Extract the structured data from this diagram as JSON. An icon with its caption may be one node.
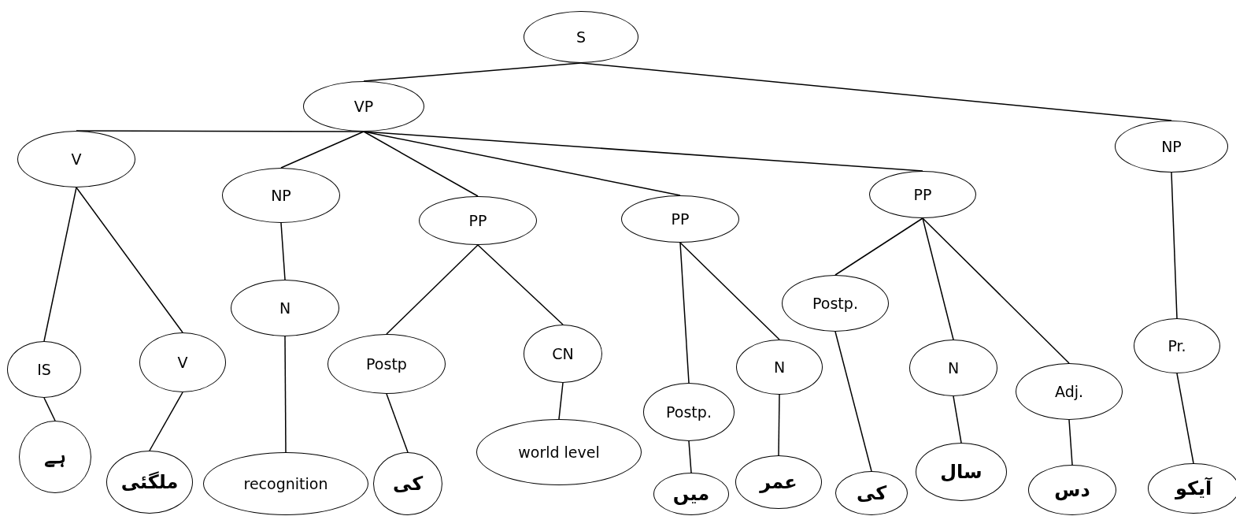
{
  "diagram": {
    "nodes": [
      {
        "text": [
          "S"
        ]
      },
      {
        "text": [
          "VP"
        ]
      },
      {
        "text": [
          "NP"
        ]
      },
      {
        "text": [
          "V"
        ]
      },
      {
        "text": [
          "NP"
        ]
      },
      {
        "text": [
          "PP"
        ]
      },
      {
        "text": [
          "PP"
        ]
      },
      {
        "text": [
          "PP"
        ]
      },
      {
        "text": [
          "N"
        ]
      },
      {
        "text": [
          "Postp."
        ]
      },
      {
        "text": [
          "IS"
        ]
      },
      {
        "text": [
          "V"
        ]
      },
      {
        "text": [
          "Postp"
        ]
      },
      {
        "text": [
          "CN"
        ]
      },
      {
        "text": [
          "N"
        ]
      },
      {
        "text": [
          "N"
        ]
      },
      {
        "text": [
          "Adj."
        ]
      },
      {
        "text": [
          "Pr."
        ]
      },
      {
        "text": [
          "ہے"
        ]
      },
      {
        "text": [
          "ملگئی"
        ]
      },
      {
        "text": [
          "recognition"
        ]
      },
      {
        "text": [
          "کی"
        ]
      },
      {
        "text": [
          "world level"
        ]
      },
      {
        "text": [
          "Postp."
        ]
      },
      {
        "text": [
          "میں"
        ]
      },
      {
        "text": [
          "عمر"
        ]
      },
      {
        "text": [
          "کی"
        ]
      },
      {
        "text": [
          "سال"
        ]
      },
      {
        "text": [
          "دس"
        ]
      },
      {
        "text": [
          "آیکو"
        ]
      }
    ],
    "edges": [
      {
        "from": 0,
        "to": 1,
        "arrow": "none"
      },
      {
        "from": 0,
        "to": 2,
        "arrow": "none"
      },
      {
        "from": 1,
        "to": 3,
        "arrow": "none"
      },
      {
        "from": 1,
        "to": 4,
        "arrow": "none"
      },
      {
        "from": 1,
        "to": 5,
        "arrow": "none"
      },
      {
        "from": 1,
        "to": 6,
        "arrow": "none"
      },
      {
        "from": 1,
        "to": 7,
        "arrow": "none"
      },
      {
        "from": 3,
        "to": 10,
        "arrow": "none"
      },
      {
        "from": 3,
        "to": 11,
        "arrow": "none"
      },
      {
        "from": 4,
        "to": 8,
        "arrow": "none"
      },
      {
        "from": 5,
        "to": 12,
        "arrow": "none"
      },
      {
        "from": 5,
        "to": 13,
        "arrow": "none"
      },
      {
        "from": 6,
        "to": 23,
        "arrow": "none"
      },
      {
        "from": 6,
        "to": 14,
        "arrow": "none"
      },
      {
        "from": 7,
        "to": 9,
        "arrow": "none"
      },
      {
        "from": 7,
        "to": 15,
        "arrow": "none"
      },
      {
        "from": 7,
        "to": 16,
        "arrow": "none"
      },
      {
        "from": 2,
        "to": 17,
        "arrow": "none"
      },
      {
        "from": 10,
        "to": 18,
        "arrow": "none"
      },
      {
        "from": 11,
        "to": 19,
        "arrow": "none"
      },
      {
        "from": 8,
        "to": 20,
        "arrow": "none"
      },
      {
        "from": 12,
        "to": 21,
        "arrow": "none"
      },
      {
        "from": 13,
        "to": 22,
        "arrow": "none"
      },
      {
        "from": 23,
        "to": 24,
        "arrow": "none"
      },
      {
        "from": 14,
        "to": 25,
        "arrow": "none"
      },
      {
        "from": 9,
        "to": 26,
        "arrow": "none"
      },
      {
        "from": 15,
        "to": 27,
        "arrow": "none"
      },
      {
        "from": 16,
        "to": 28,
        "arrow": "none"
      },
      {
        "from": 17,
        "to": 29,
        "arrow": "none"
      }
    ]
  }
}
